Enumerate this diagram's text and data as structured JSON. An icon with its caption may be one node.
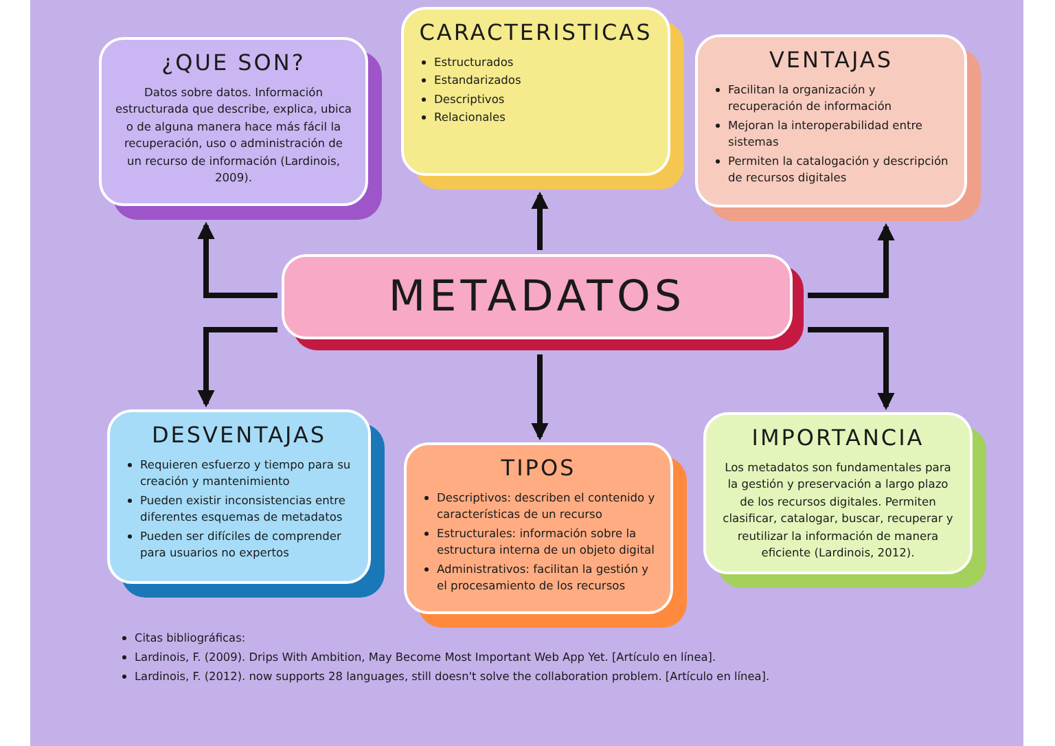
{
  "diagram": {
    "nodes": [
      {
        "text": [
          "¿QUE SON?",
          "Datos sobre datos. Información estructurada que describe, explica, ubica o de alguna manera hace más fácil la recuperación, uso o administración de un recurso de información (Lardinois, 2009)."
        ]
      },
      {
        "text": [
          "CARACTERISTICAS",
          "Estructurados",
          "Estandarizados",
          "Descriptivos",
          "Relacionales"
        ]
      },
      {
        "text": [
          "VENTAJAS",
          "Facilitan la organización y recuperación de información",
          "Mejoran la interoperabilidad entre sistemas",
          "Permiten la catalogación y descripción de recursos digitales"
        ]
      },
      {
        "text": [
          "METADATOS"
        ]
      },
      {
        "text": [
          "DESVENTAJAS",
          "Requieren esfuerzo y tiempo para su creación y mantenimiento",
          "Pueden existir inconsistencias entre diferentes esquemas de metadatos",
          "Pueden ser difíciles de comprender para usuarios no expertos"
        ]
      },
      {
        "text": [
          "TIPOS",
          "Descriptivos: describen el contenido y características de un recurso",
          "Estructurales: información sobre la estructura interna de un objeto digital",
          "Administrativos: facilitan la gestión y el procesamiento de los recursos"
        ]
      },
      {
        "text": [
          "IMPORTANCIA",
          "Los metadatos son fundamentales para la gestión y preservación a largo plazo de los recursos digitales. Permiten clasificar, catalogar, buscar, recuperar y reutilizar la información de manera eficiente (Lardinois, 2012)."
        ]
      }
    ],
    "edges": [
      {
        "from": 3,
        "to": 0,
        "arrow": "to"
      },
      {
        "from": 3,
        "to": 1,
        "arrow": "to"
      },
      {
        "from": 3,
        "to": 2,
        "arrow": "to"
      },
      {
        "from": 3,
        "to": 4,
        "arrow": "to"
      },
      {
        "from": 3,
        "to": 5,
        "arrow": "to"
      },
      {
        "from": 3,
        "to": 6,
        "arrow": "to"
      }
    ],
    "labels": [
      "Citas bibliográficas:",
      "Lardinois, F. (2009). Drips With Ambition, May Become Most Important Web App Yet. [Artículo en línea].",
      "Lardinois, F. (2012). now supports 28 languages, still doesn't solve the collaboration problem. [Artículo en línea]."
    ]
  }
}
